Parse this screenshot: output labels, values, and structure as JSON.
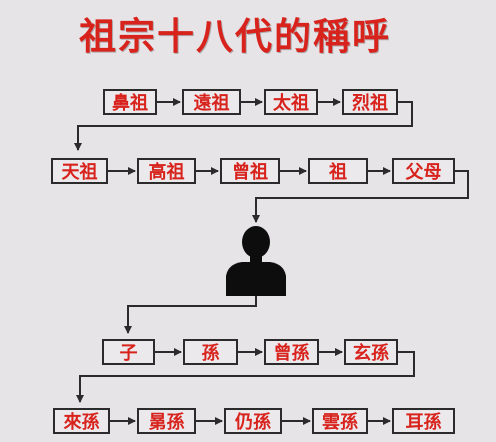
{
  "title": "祖宗十八代的稱呼",
  "rows": [
    [
      "鼻祖",
      "遠祖",
      "太祖",
      "烈祖"
    ],
    [
      "天祖",
      "高祖",
      "曾祖",
      "祖",
      "父母"
    ],
    [
      "子",
      "孫",
      "曾孫",
      "玄孫"
    ],
    [
      "來孫",
      "晜孫",
      "仍孫",
      "雲孫",
      "耳孫"
    ]
  ],
  "colors": {
    "text": "#d8231d",
    "border": "#2b2b2b",
    "line": "#2b2b2b",
    "background": "#e6e4e7"
  },
  "icons": {
    "self": "person-silhouette-icon",
    "arrow": "arrow-right-icon"
  }
}
